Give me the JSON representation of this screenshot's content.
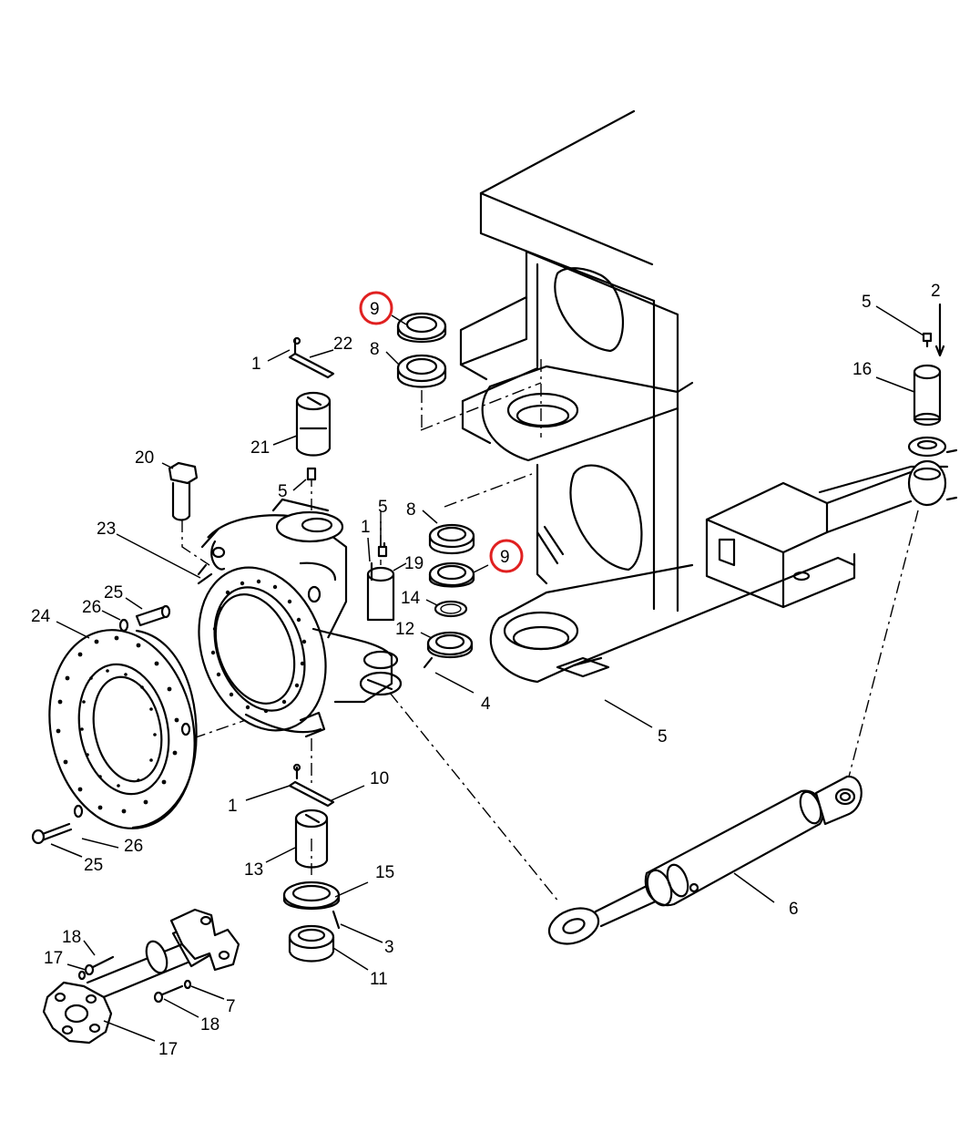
{
  "callouts": [
    {
      "id": "c9a",
      "label": "9",
      "highlight": true
    },
    {
      "id": "c9b",
      "label": "9",
      "highlight": true
    },
    {
      "id": "c8a",
      "label": "8"
    },
    {
      "id": "c8b",
      "label": "8"
    },
    {
      "id": "c1a",
      "label": "1"
    },
    {
      "id": "c1b",
      "label": "1"
    },
    {
      "id": "c1c",
      "label": "1"
    },
    {
      "id": "c22",
      "label": "22"
    },
    {
      "id": "c21",
      "label": "21"
    },
    {
      "id": "c20",
      "label": "20"
    },
    {
      "id": "c5a",
      "label": "5"
    },
    {
      "id": "c5b",
      "label": "5"
    },
    {
      "id": "c5c",
      "label": "5"
    },
    {
      "id": "c5d",
      "label": "5"
    },
    {
      "id": "c19",
      "label": "19"
    },
    {
      "id": "c14",
      "label": "14"
    },
    {
      "id": "c12",
      "label": "12"
    },
    {
      "id": "c4",
      "label": "4"
    },
    {
      "id": "c23",
      "label": "23"
    },
    {
      "id": "c24",
      "label": "24"
    },
    {
      "id": "c25a",
      "label": "25"
    },
    {
      "id": "c25b",
      "label": "25"
    },
    {
      "id": "c26a",
      "label": "26"
    },
    {
      "id": "c26b",
      "label": "26"
    },
    {
      "id": "c10",
      "label": "10"
    },
    {
      "id": "c13",
      "label": "13"
    },
    {
      "id": "c15",
      "label": "15"
    },
    {
      "id": "c3",
      "label": "3"
    },
    {
      "id": "c11",
      "label": "11"
    },
    {
      "id": "c18a",
      "label": "18"
    },
    {
      "id": "c18b",
      "label": "18"
    },
    {
      "id": "c17a",
      "label": "17"
    },
    {
      "id": "c17b",
      "label": "17"
    },
    {
      "id": "c7",
      "label": "7"
    },
    {
      "id": "c6",
      "label": "6"
    },
    {
      "id": "c16",
      "label": "16"
    },
    {
      "id": "c2",
      "label": "2"
    }
  ],
  "colors": {
    "highlight": "#e02020",
    "line": "#000000",
    "background": "#ffffff"
  }
}
